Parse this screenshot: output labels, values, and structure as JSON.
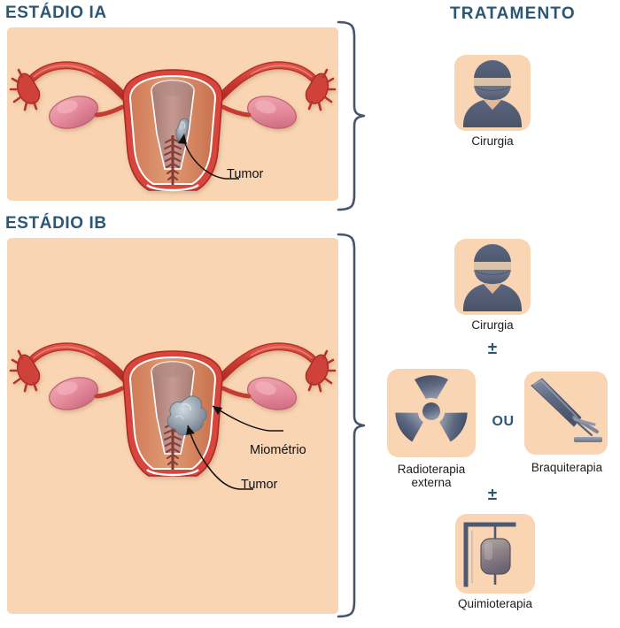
{
  "stages": [
    {
      "id": "ia",
      "title": "ESTÁDIO IA",
      "annotations": [
        {
          "label": "Tumor"
        }
      ]
    },
    {
      "id": "ib",
      "title": "ESTÁDIO IB",
      "annotations": [
        {
          "label": "Miométrio"
        },
        {
          "label": "Tumor"
        }
      ]
    }
  ],
  "treatment": {
    "header": "TRATAMENTO",
    "ia_options": [
      {
        "icon": "surgeon-icon",
        "label": "Cirurgia"
      }
    ],
    "ib_options": [
      {
        "icon": "surgeon-icon",
        "label": "Cirurgia"
      },
      {
        "icon": "radiation-trefoil-icon",
        "label": "Radioterapia\nexterna"
      },
      {
        "icon": "brachytherapy-applicator-icon",
        "label": "Braquiterapia"
      },
      {
        "icon": "iv-drip-icon",
        "label": "Quimioterapia"
      }
    ],
    "connectors": {
      "plus_minus_1": "±",
      "or": "OU",
      "plus_minus_2": "±"
    }
  },
  "colors": {
    "heading": "#2b5674",
    "panel_background": "#f9d5b3",
    "tile_background": "#f9d5b3",
    "brace": "#47546b",
    "icon_slate": "#4e5a72",
    "uterus_outer": "#d8453c",
    "uterus_myometrium": "#d9825e",
    "endometrium": "#b9847a",
    "ovary": "#e8909a",
    "tumor": "#8e9aa6",
    "label_text": "#111111"
  }
}
